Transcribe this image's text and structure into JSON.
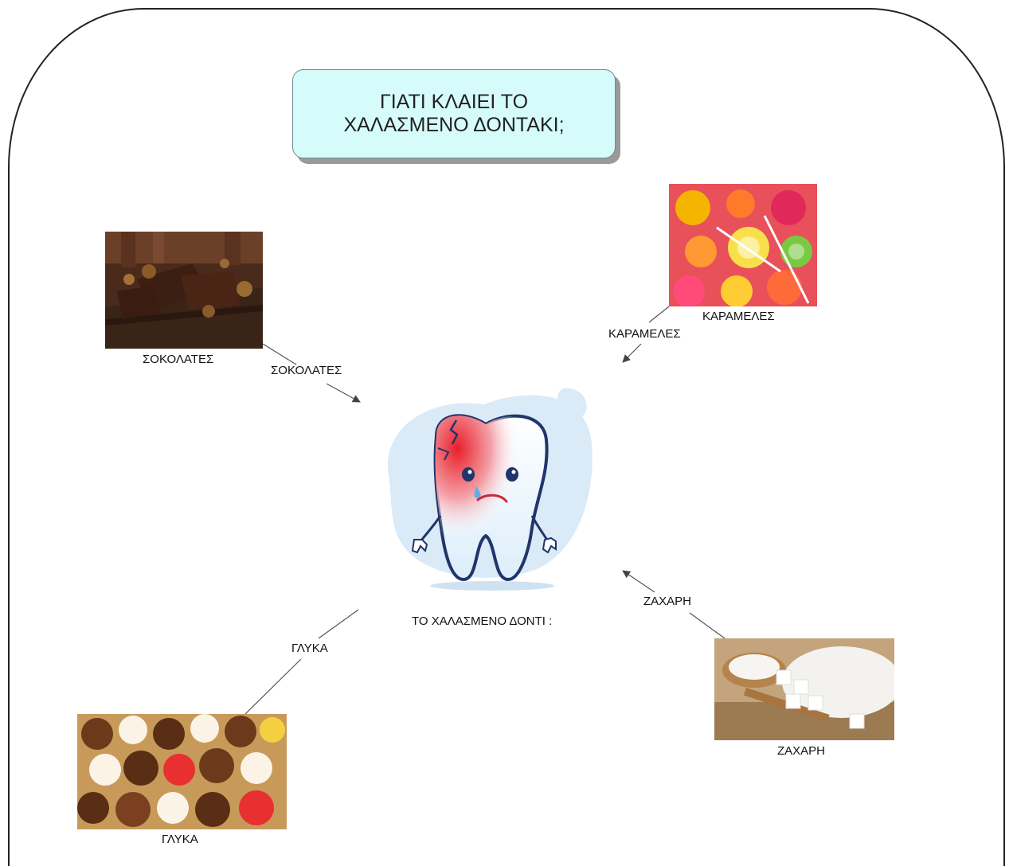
{
  "title": {
    "line1": "ΓΙΑΤΙ ΚΛΑΙΕΙ ΤΟ",
    "line2": "ΧΑΛΑΣΜΕΝΟ ΔΟΝΤΑΚΙ;"
  },
  "center": {
    "label": "ΤΟ ΧΑΛΑΣΜΕΝΟ ΔΟΝΤΙ :",
    "icon": "crying-tooth"
  },
  "nodes": [
    {
      "id": "chocolates",
      "caption": "ΣΟΚΟΛΑΤΕΣ",
      "link_label": "ΣΟΚΟΛΑΤΕΣ",
      "image": "chocolate-photo"
    },
    {
      "id": "candies",
      "caption": "ΚΑΡΑΜΕΛΕΣ",
      "link_label": "ΚΑΡΑΜΕΛΕΣ",
      "image": "candy-photo"
    },
    {
      "id": "sweets",
      "caption": "ΓΛΥΚΑ",
      "link_label": "ΓΛΥΚΑ",
      "image": "pastries-photo"
    },
    {
      "id": "sugar",
      "caption": "ΖΑΧΑΡΗ",
      "link_label": "ΖΑΧΑΡΗ",
      "image": "sugar-photo"
    }
  ],
  "colors": {
    "title_fill": "#d6fbfb",
    "link_line": "#444444"
  }
}
